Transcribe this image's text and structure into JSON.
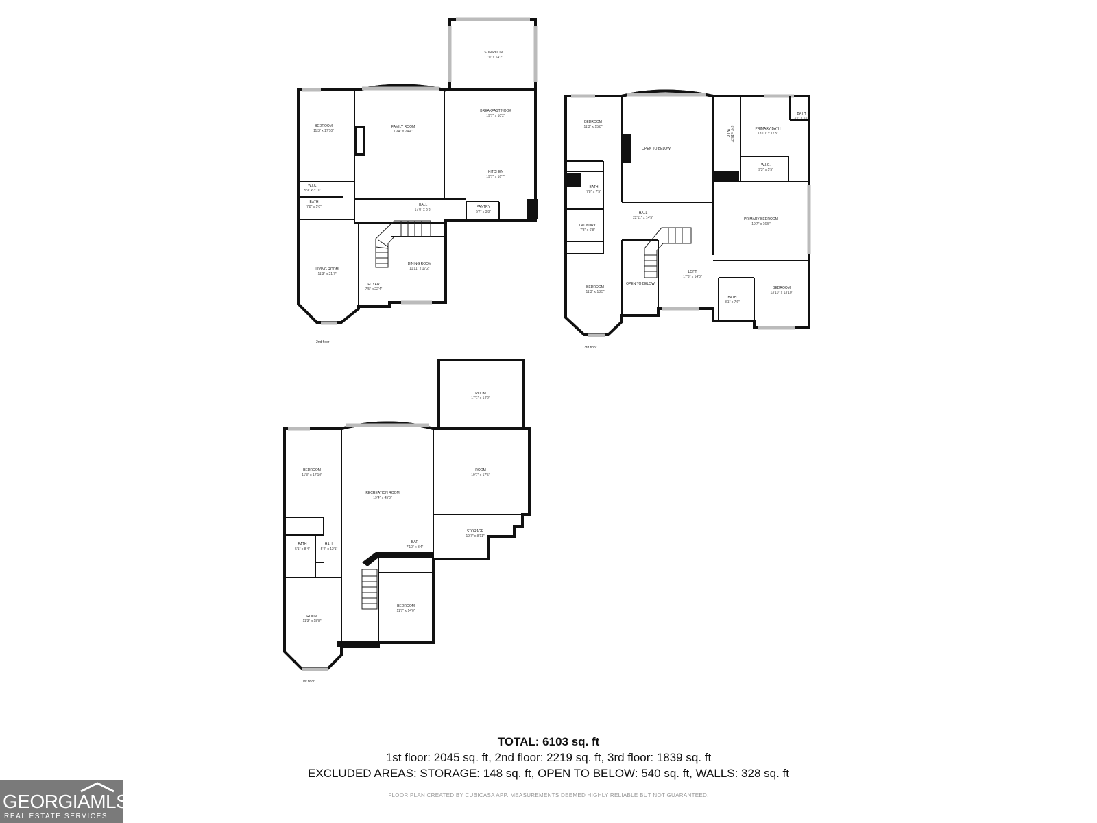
{
  "floors": [
    {
      "label": "2nd floor",
      "rooms": [
        {
          "name": "SUN ROOM",
          "dim": "17'0\" x 14'2\""
        },
        {
          "name": "BEDROOM",
          "dim": "11'3\" x 17'10\""
        },
        {
          "name": "FAMILY ROOM",
          "dim": "19'4\" x 24'4\""
        },
        {
          "name": "BREAKFAST NOOK",
          "dim": "19'7\" x 10'2\""
        },
        {
          "name": "KITCHEN",
          "dim": "19'7\" x 16'7\""
        },
        {
          "name": "W.I.C.",
          "dim": "5'9\" x 3'10\""
        },
        {
          "name": "BATH",
          "dim": "7'8\" x 5'0\""
        },
        {
          "name": "HALL",
          "dim": "17'0\" x 3'8\""
        },
        {
          "name": "PANTRY",
          "dim": "5'7\" x 3'8\""
        },
        {
          "name": "LIVING ROOM",
          "dim": "11'3\" x 21'7\""
        },
        {
          "name": "DINING ROOM",
          "dim": "11'11\" x 17'2\""
        },
        {
          "name": "FOYER",
          "dim": "7'5\" x 22'4\""
        }
      ]
    },
    {
      "label": "3rd floor",
      "rooms": [
        {
          "name": "BEDROOM",
          "dim": "11'3\" x 15'8\""
        },
        {
          "name": "OPEN TO BELOW",
          "dim": ""
        },
        {
          "name": "W.I.C.",
          "dim": "5'4\" x 15'7\""
        },
        {
          "name": "PRIMARY BATH",
          "dim": "13'10\" x 17'5\""
        },
        {
          "name": "BATH",
          "dim": "3'2\" x 5'1\""
        },
        {
          "name": "W.I.C.",
          "dim": "9'3\" x 5'5\""
        },
        {
          "name": "BATH",
          "dim": "7'8\" x 7'5\""
        },
        {
          "name": "HALL",
          "dim": "22'11\" x 14'5\""
        },
        {
          "name": "PRIMARY BEDROOM",
          "dim": "19'7\" x 16'5\""
        },
        {
          "name": "LAUNDRY",
          "dim": "7'8\" x 6'8\""
        },
        {
          "name": "LOFT",
          "dim": "17'3\" x 14'0\""
        },
        {
          "name": "BEDROOM",
          "dim": "11'3\" x 18'5\""
        },
        {
          "name": "OPEN TO BELOW",
          "dim": ""
        },
        {
          "name": "BATH",
          "dim": "8'1\" x 7'6\""
        },
        {
          "name": "BEDROOM",
          "dim": "13'10\" x 13'10\""
        }
      ]
    },
    {
      "label": "1st floor",
      "rooms": [
        {
          "name": "ROOM",
          "dim": "17'1\" x 14'2\""
        },
        {
          "name": "BEDROOM",
          "dim": "11'3\" x 17'10\""
        },
        {
          "name": "RECREATION ROOM",
          "dim": "19'4\" x 45'0\""
        },
        {
          "name": "ROOM",
          "dim": "19'7\" x 17'5\""
        },
        {
          "name": "STORAGE",
          "dim": "19'7\" x 8'11\""
        },
        {
          "name": "BATH",
          "dim": "5'1\" x 8'4\""
        },
        {
          "name": "HALL",
          "dim": "5'4\" x 12'1\""
        },
        {
          "name": "BAR",
          "dim": "7'10\" x 3'4\""
        },
        {
          "name": "ROOM",
          "dim": "11'3\" x 18'8\""
        },
        {
          "name": "BEDROOM",
          "dim": "11'7\" x 14'0\""
        }
      ]
    }
  ],
  "totals": {
    "total": "TOTAL: 6103 sq. ft",
    "floors": "1st floor: 2045 sq. ft, 2nd floor: 2219 sq. ft, 3rd floor: 1839 sq. ft",
    "excluded": "EXCLUDED AREAS: STORAGE: 148 sq. ft, OPEN TO BELOW: 540 sq. ft, WALLS: 328 sq. ft"
  },
  "disclaimer": "FLOOR PLAN CREATED BY CUBICASA APP. MEASUREMENTS DEEMED HIGHLY RELIABLE BUT NOT GUARANTEED.",
  "logo": {
    "name": "GEORGIAMLS",
    "subtitle": "REAL ESTATE SERVICES"
  },
  "colors": {
    "wall": "#111111",
    "window": "#bbbbbb",
    "logo_bg": "#7a7a7a"
  }
}
